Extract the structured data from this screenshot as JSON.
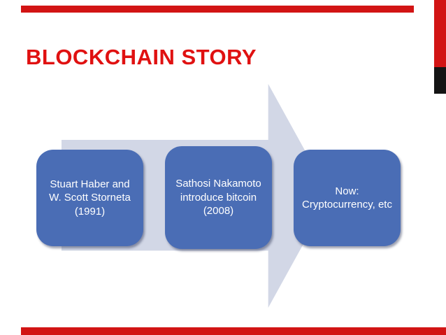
{
  "slide": {
    "title": "BLOCKCHAIN STORY",
    "accent_color": "#d21414",
    "dark_accent_color": "#141414",
    "title_color": "#e01111",
    "background_color": "#ffffff"
  },
  "diagram": {
    "type": "process-arrow",
    "arrow_color": "#d2d7e6",
    "box_color": "#4a6db5",
    "box_text_color": "#ffffff",
    "steps": [
      {
        "label": "Stuart Haber and W. Scott Storneta (1991)"
      },
      {
        "label": "Sathosi Nakamoto introduce bitcoin (2008)"
      },
      {
        "label": "Now: Cryptocurrency, etc"
      }
    ]
  }
}
